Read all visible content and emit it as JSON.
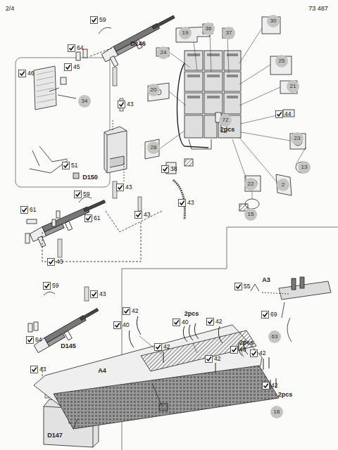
{
  "diagram": {
    "labels": [
      "2/4",
      "73 487",
      "59",
      "64",
      "D146",
      "19",
      "36",
      "37",
      "30",
      "24",
      "25",
      "45",
      "46",
      "34",
      "43",
      "20",
      "21",
      "44",
      "72",
      "2pcs",
      "23",
      "13",
      "51",
      "D150",
      "28",
      "38",
      "43",
      "2",
      "22",
      "15",
      "59",
      "61",
      "61",
      "43",
      "43",
      "43",
      "59",
      "43",
      "64",
      "D145",
      "43",
      "D147",
      "A3",
      "55",
      "69",
      "63",
      "42",
      "40",
      "2pcs",
      "40",
      "42",
      "42",
      "2pcs",
      "40",
      "42",
      "42",
      "A4",
      "42",
      "2pcs",
      "16"
    ]
  }
}
